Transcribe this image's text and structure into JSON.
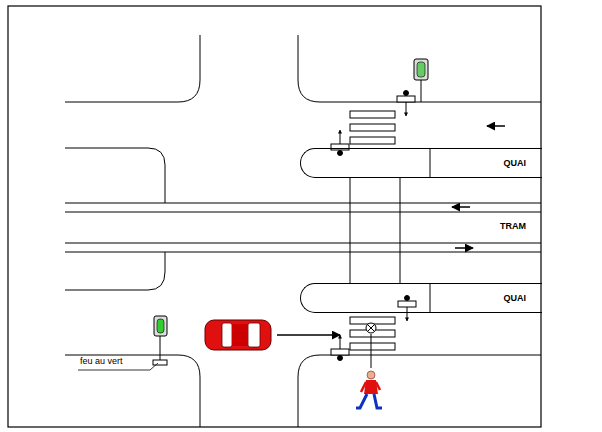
{
  "diagram": {
    "nodes": [
      {
        "text": [
          "QUAI"
        ]
      },
      {
        "text": [
          "QUAI"
        ]
      }
    ],
    "labels": [
      "TRAM",
      "feu au vert"
    ]
  }
}
